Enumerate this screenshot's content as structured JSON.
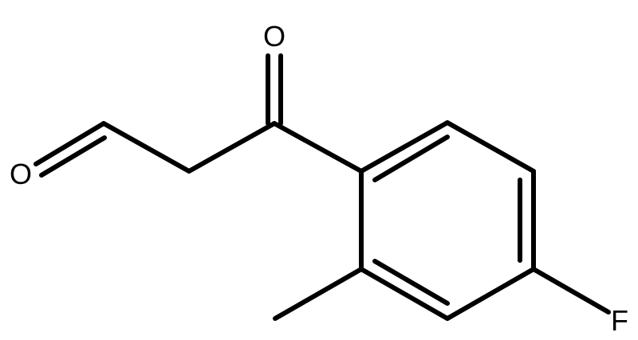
{
  "molecule": {
    "atoms": {
      "ketone_oxygen": "O",
      "aldehyde_oxygen": "O",
      "fluorine": "F"
    }
  }
}
